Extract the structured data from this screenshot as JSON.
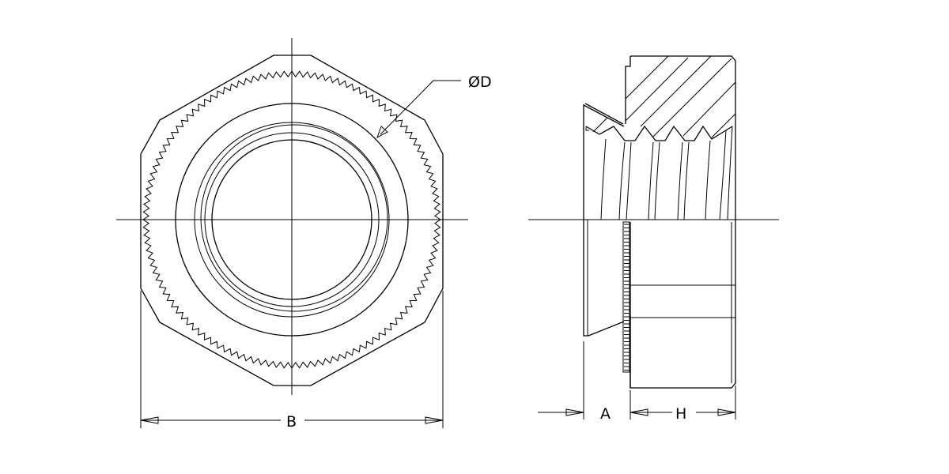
{
  "labels": {
    "diameter": "ØD",
    "width_across": "B",
    "dim_a": "A",
    "dim_h": "H"
  },
  "front_view": {
    "serration_teeth": 120
  },
  "colors": {
    "line": "#000000",
    "background": "#ffffff"
  }
}
